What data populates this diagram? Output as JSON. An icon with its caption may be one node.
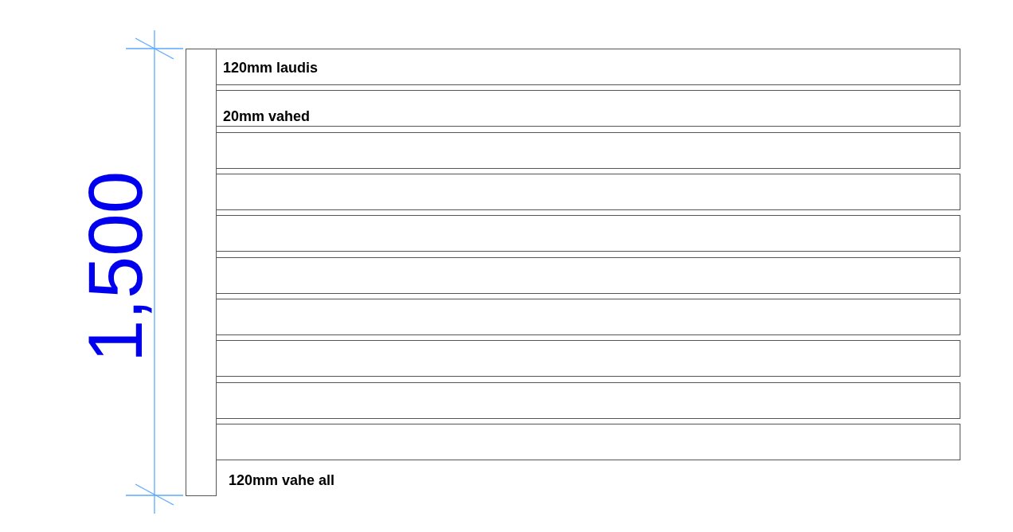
{
  "diagram": {
    "nodes": [
      {
        "text": [],
        "shape": "box"
      },
      {
        "text": [
          "120mm laudis"
        ]
      },
      {
        "text": [
          "20mm vahed"
        ]
      },
      {
        "text": [],
        "shape": "box"
      },
      {
        "text": [],
        "shape": "box"
      },
      {
        "text": [],
        "shape": "box"
      },
      {
        "text": [],
        "shape": "box"
      },
      {
        "text": [],
        "shape": "box"
      },
      {
        "text": [],
        "shape": "box"
      },
      {
        "text": [],
        "shape": "box"
      },
      {
        "text": [],
        "shape": "box"
      }
    ],
    "labels": [
      "1,500",
      "120mm vahe all"
    ]
  }
}
